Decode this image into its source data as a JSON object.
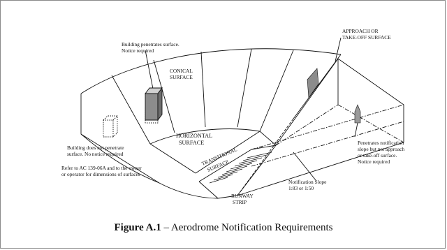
{
  "labels": {
    "approach_surface_l1": "APPROACH OR",
    "approach_surface_l2": "TAKE-OFF SURFACE",
    "building_penetrates_l1": "Building penetrates surface.",
    "building_penetrates_l2": "Notice required",
    "conical_l1": "CONICAL",
    "conical_l2": "SURFACE",
    "horizontal_l1": "HORIZONTAL",
    "horizontal_l2": "SURFACE",
    "transitional_l1": "TRANSITIONAL",
    "transitional_l2": "SURFACE",
    "runway_l1": "RUNWAY",
    "runway_l2": "STRIP",
    "not_penetrate_l1": "Building does not penetrate",
    "not_penetrate_l2": "surface. No notice required",
    "refer_l1": "Refer to AC 139-06A and to the owner",
    "refer_l2": "or operator for dimensions of surfaces",
    "notif_slope_penetrates_l1": "Penetrates notification",
    "notif_slope_penetrates_l2": "slope but not approach",
    "notif_slope_penetrates_l3": "or take-off surface.",
    "notif_slope_penetrates_l4": "Notice required",
    "notification_slope_l1": "Notification Slope",
    "notification_slope_l2": "1:83 or 1:50"
  },
  "caption": {
    "figure_number": "Figure A.1",
    "separator": " – ",
    "title": "Aerodrome Notification Requirements"
  },
  "colors": {
    "building_fill": "#8c8c8c",
    "line": "#111111",
    "frame": "#8a8a8a"
  }
}
